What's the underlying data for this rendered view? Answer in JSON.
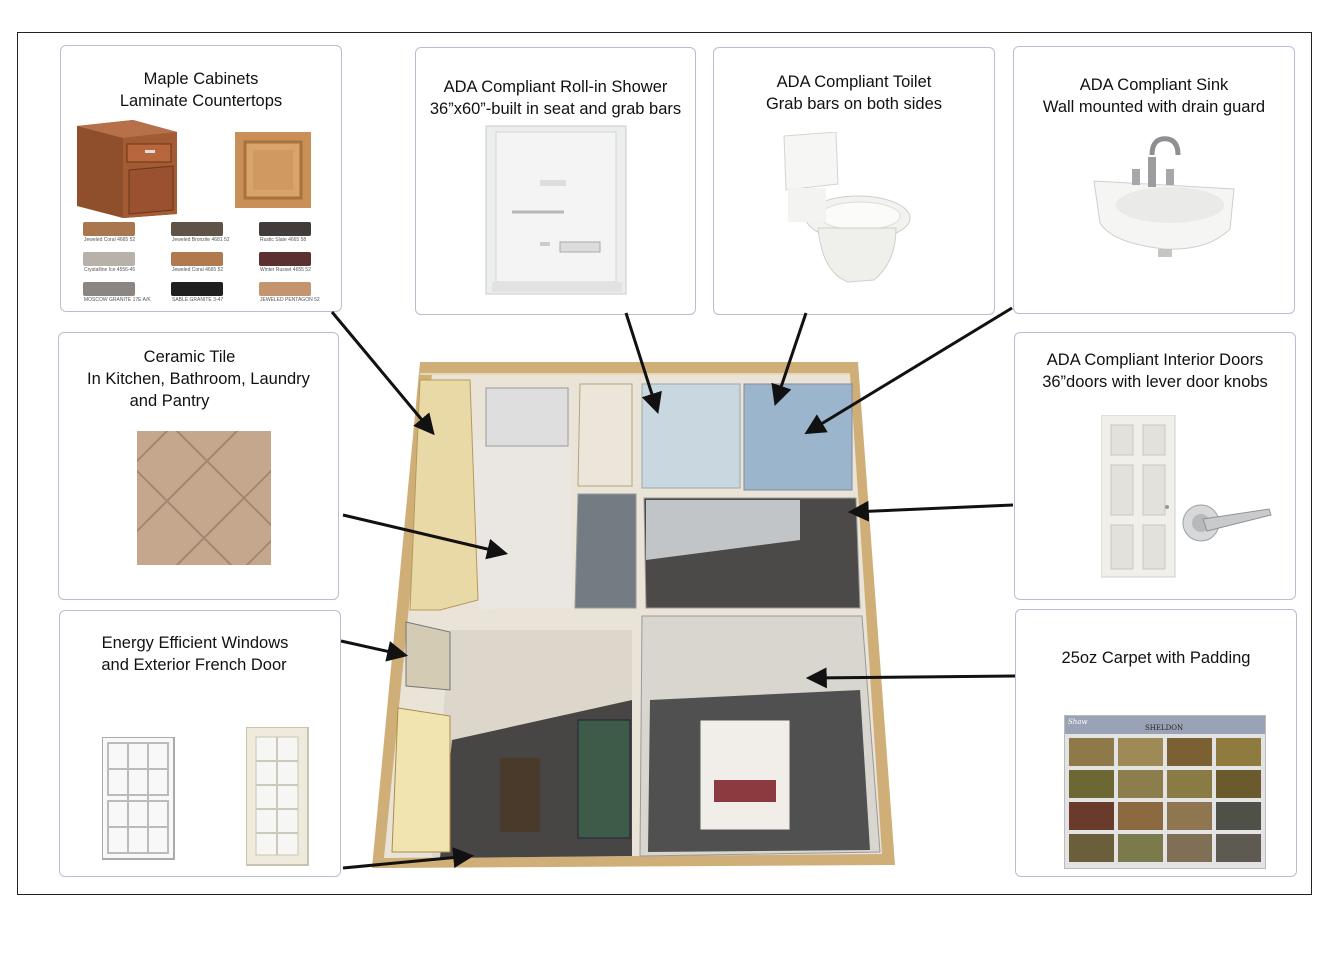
{
  "panels": {
    "cabinets": {
      "line1": "Maple Cabinets",
      "line2": "Laminate Countertops",
      "swatches": [
        {
          "label": "Jeweled Coral 4665 52",
          "color": "#a9764d"
        },
        {
          "label": "Jeweled Bronzite 4681 52",
          "color": "#5f5247"
        },
        {
          "label": "Rustic Slate 4665 58",
          "color": "#413b39"
        },
        {
          "label": "Crystalline Ice 4556-45",
          "color": "#b8b1a9"
        },
        {
          "label": "Jeweled Coral 4665 52",
          "color": "#b07a4e"
        },
        {
          "label": "Winter Russet 4655 52",
          "color": "#5c3030"
        },
        {
          "label": "MOSCOW GRANITE 17E A/K",
          "color": "#8b8682"
        },
        {
          "label": "SABLE GRANITE 3-47",
          "color": "#1e1f1f"
        },
        {
          "label": "JEWELED PENTAGON 52",
          "color": "#c4956d"
        }
      ]
    },
    "shower": {
      "line1": "ADA Compliant Roll-in Shower",
      "line2": "36”x60”-built in seat and grab bars"
    },
    "toilet": {
      "line1": "ADA Compliant Toilet",
      "line2": "Grab bars on both sides"
    },
    "sink": {
      "line1": "ADA Compliant Sink",
      "line2": "Wall mounted with drain guard"
    },
    "tile": {
      "line1": "Ceramic Tile",
      "line2": "In Kitchen, Bathroom, Laundry",
      "line3": "and Pantry"
    },
    "doors": {
      "line1": "ADA Compliant Interior Doors",
      "line2": "36”doors with lever door knobs"
    },
    "windows": {
      "line1": "Energy Efficient Windows",
      "line2": "and Exterior French Door"
    },
    "carpet": {
      "line1": "25oz Carpet with Padding",
      "brand": "SHELDON",
      "logo": "Shaw",
      "samples": [
        "#8d7a48",
        "#9d8a56",
        "#7a6033",
        "#8f7b40",
        "#6d6734",
        "#8c7e4c",
        "#8a7a44",
        "#6b5a2c",
        "#6a3b2a",
        "#8a6a3e",
        "#8f7550",
        "#4f5047",
        "#6b5f3b",
        "#7b7a4d",
        "#7e6f55",
        "#5e5a52"
      ]
    }
  },
  "colors": {
    "frame": "#222222",
    "panel_border": "#b9bdd2",
    "arrow": "#111111",
    "wood": "#c49a5c",
    "carpet": "#4a4744",
    "tile": "#d8d0c4"
  }
}
